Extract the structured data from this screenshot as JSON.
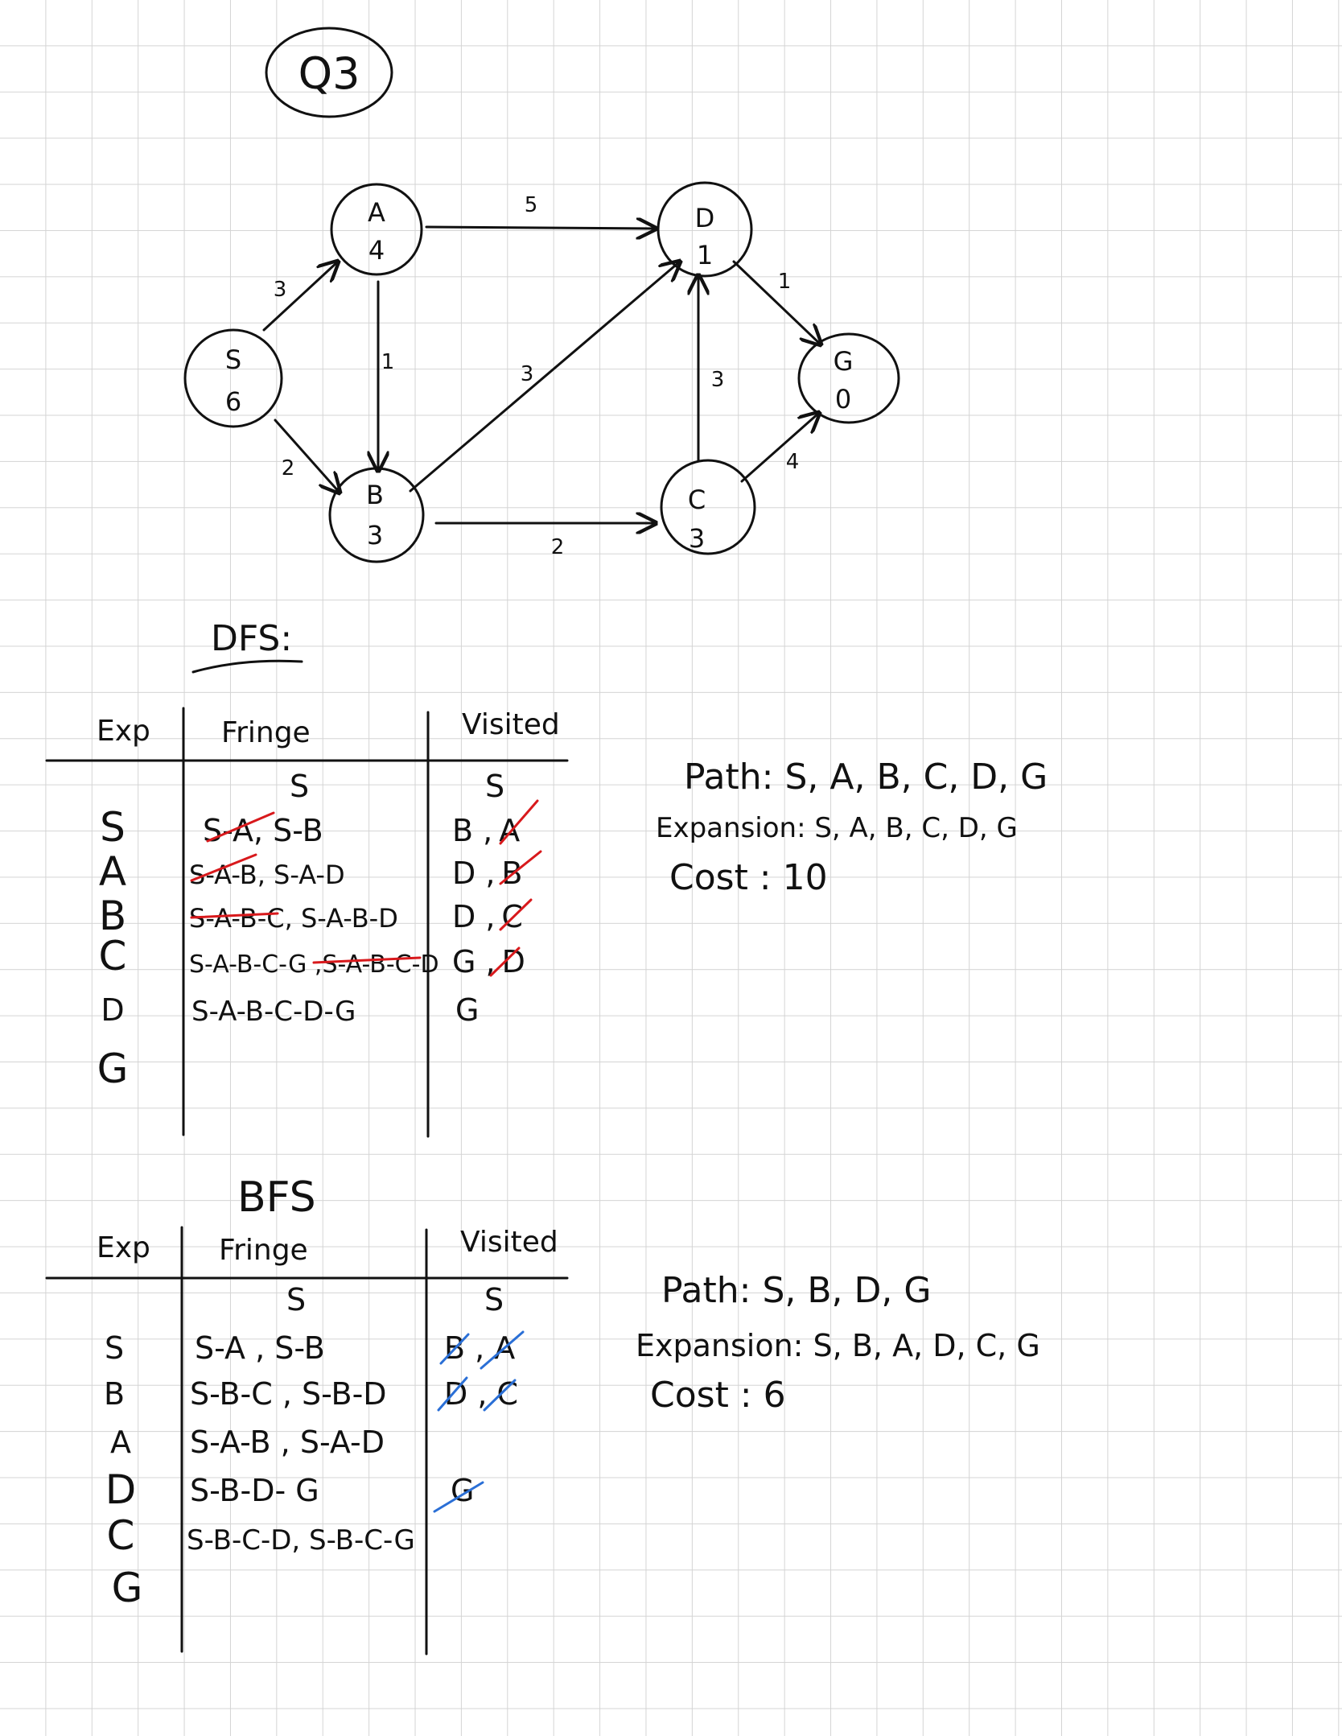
{
  "page_title": "Q3",
  "graph": {
    "nodes": [
      {
        "id": "S",
        "heuristic": "6"
      },
      {
        "id": "A",
        "heuristic": "4"
      },
      {
        "id": "B",
        "heuristic": "3"
      },
      {
        "id": "D",
        "heuristic": "1"
      },
      {
        "id": "C",
        "heuristic": "3"
      },
      {
        "id": "G",
        "heuristic": "0"
      }
    ],
    "edges": [
      {
        "from": "S",
        "to": "A",
        "cost": "3"
      },
      {
        "from": "S",
        "to": "B",
        "cost": "2"
      },
      {
        "from": "A",
        "to": "B",
        "cost": "1"
      },
      {
        "from": "A",
        "to": "D",
        "cost": "5"
      },
      {
        "from": "B",
        "to": "D",
        "cost": "3"
      },
      {
        "from": "B",
        "to": "C",
        "cost": "2"
      },
      {
        "from": "C",
        "to": "D",
        "cost": "3"
      },
      {
        "from": "D",
        "to": "G",
        "cost": "1"
      },
      {
        "from": "C",
        "to": "G",
        "cost": "4"
      }
    ]
  },
  "dfs": {
    "title": "DFS:",
    "headers": {
      "exp": "Exp",
      "fringe": "Fringe",
      "visited": "Visited"
    },
    "initial": {
      "fringe": "S",
      "visited": "S"
    },
    "expansion_column": [
      "S",
      "A",
      "B",
      "C",
      "D",
      "G"
    ],
    "rows": [
      {
        "fringe_crossed": "S-A",
        "fringe": ", S-B",
        "visited": "B ,",
        "visited_crossed": "A"
      },
      {
        "fringe_crossed": "S-A-B",
        "fringe": ", S-A-D",
        "visited": "D ,",
        "visited_crossed": "B"
      },
      {
        "fringe_crossed": "S-A-B-C",
        "fringe": ", S-A-B-D",
        "visited": "D ,",
        "visited_crossed": "C"
      },
      {
        "fringe": "S-A-B-C-G ,",
        "fringe_crossed_after": "S-A-B-C-D",
        "visited": "G ,",
        "visited_crossed": "D"
      },
      {
        "fringe": "S-A-B-C-D-G",
        "visited": "G"
      }
    ],
    "summary": {
      "path": "Path: S, A, B, C, D, G",
      "expansion": "Expansion: S, A, B, C, D, G",
      "cost": "Cost : 10"
    }
  },
  "bfs": {
    "title": "BFS",
    "headers": {
      "exp": "Exp",
      "fringe": "Fringe",
      "visited": "Visited"
    },
    "initial": {
      "fringe": "S",
      "visited": "S"
    },
    "expansion_column": [
      "S",
      "B",
      "A",
      "D",
      "C",
      "G"
    ],
    "rows": [
      {
        "fringe": "S-A , S-B",
        "visited_crossed": "B , A"
      },
      {
        "fringe": "S-B-C , S-B-D",
        "visited_crossed": "D , C"
      },
      {
        "fringe": "S-A-B , S-A-D",
        "visited": ""
      },
      {
        "fringe": "S-B-D- G",
        "visited_crossed": "G"
      },
      {
        "fringe": "S-B-C-D, S-B-C-G",
        "visited": ""
      }
    ],
    "summary": {
      "path": "Path: S, B, D, G",
      "expansion": "Expansion: S, B, A, D, C, G",
      "cost": "Cost : 6"
    }
  },
  "colors": {
    "ink": "#111111",
    "dfs_cross": "#d8191c",
    "bfs_cross": "#2a6fd6",
    "grid": "#d4d4d4"
  }
}
